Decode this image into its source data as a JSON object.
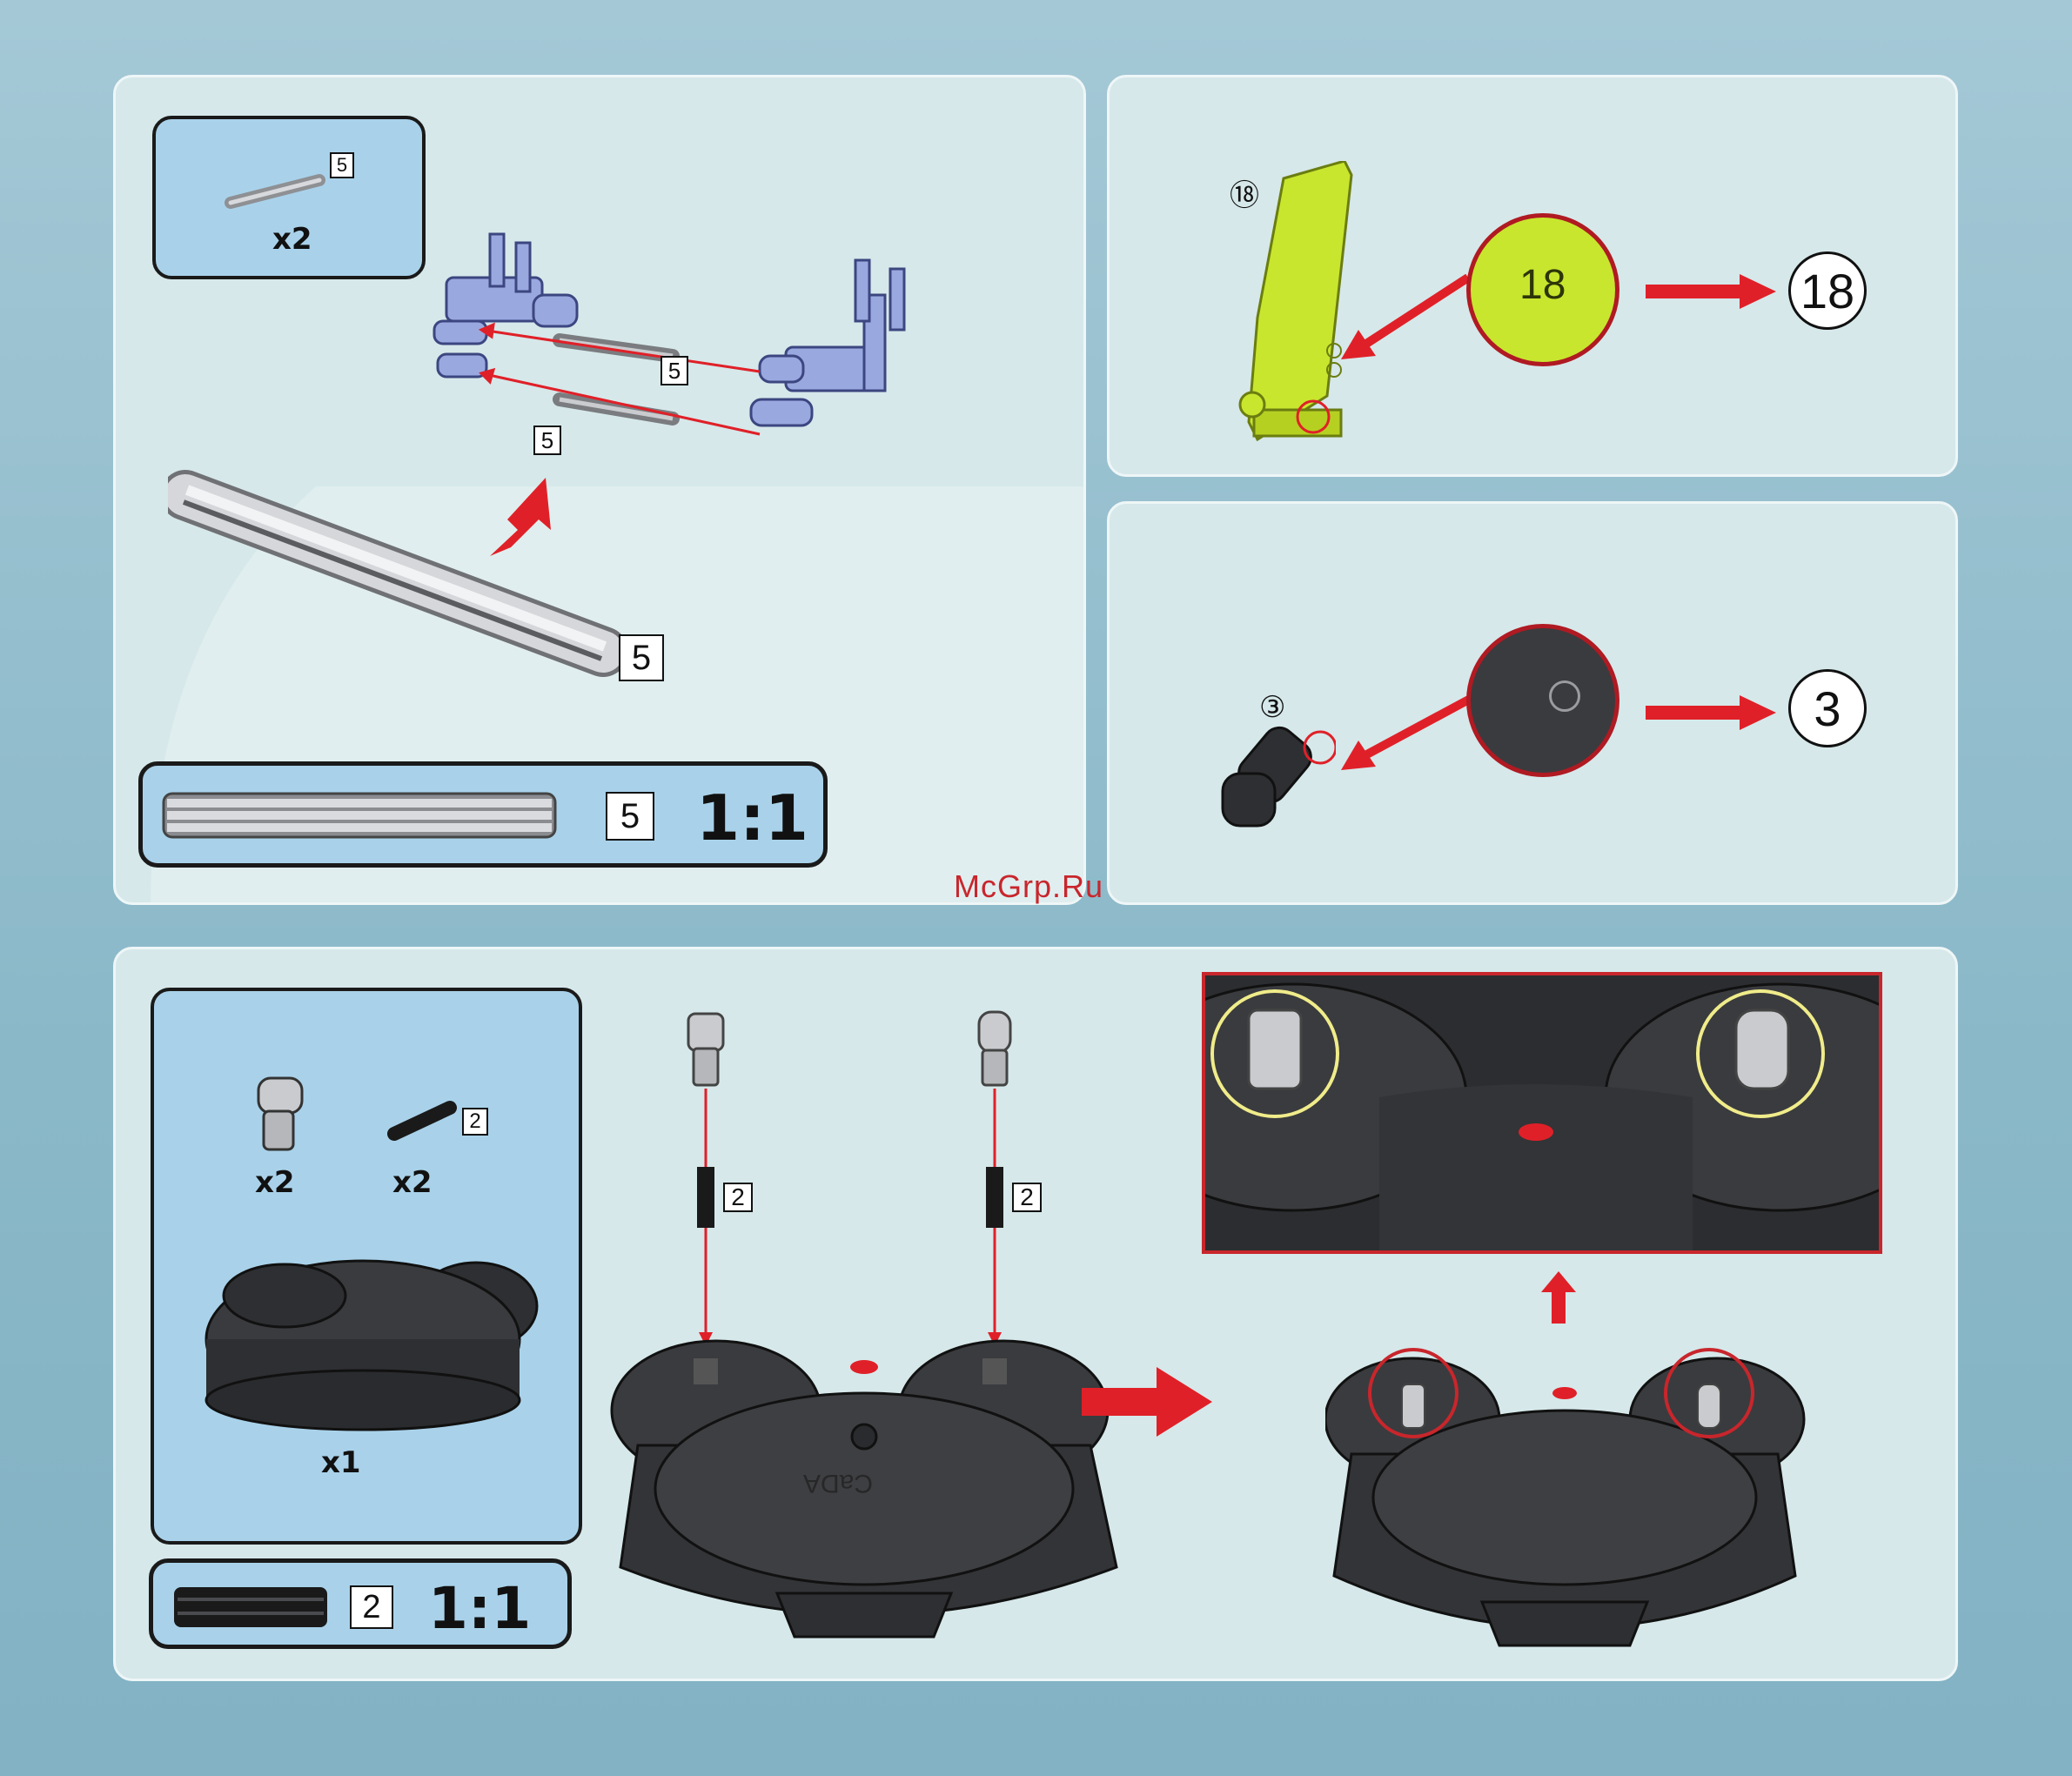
{
  "panel1": {
    "bom_part_label": "5",
    "bom_qty": "x2",
    "assembly_label_upper": "5",
    "assembly_label_lower": "5",
    "axle_label": "5",
    "scale_label": "5",
    "scale_ratio": "1:1"
  },
  "panel2": {
    "part_tag": "⑱",
    "zoom_text": "18",
    "result_label": "18"
  },
  "panel3": {
    "part_tag": "③",
    "result_label": "3"
  },
  "panel4": {
    "bom_qty_connector": "x2",
    "bom_qty_axle": "x2",
    "bom_axle_label": "2",
    "bom_qty_controller": "x1",
    "axle_label_left": "2",
    "axle_label_right": "2",
    "scale_label": "2",
    "scale_ratio": "1:1",
    "controller_brand": "CaDA"
  },
  "watermark": "McGrp.Ru",
  "colors": {
    "background": "#8ab8c8",
    "panel": "#d6e8ea",
    "bom_box": "#a9d2ea",
    "arrow_red": "#e02028",
    "lime_part": "#c8e62e",
    "frame_part": "#9aa8e0",
    "controller": "#3a3b3e",
    "highlight_yellow": "#f0ec8a"
  }
}
